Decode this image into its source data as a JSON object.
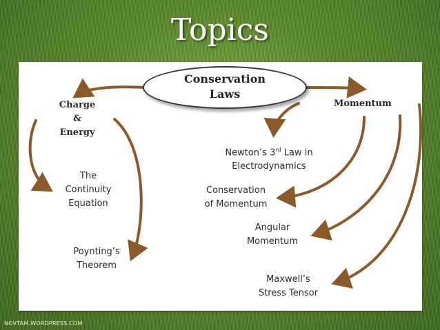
{
  "title": "Topics",
  "center": "Conservation\nLaws",
  "left_heading": "Charge\n&\nEnergy",
  "right_heading": "Momentum",
  "left_items": [
    "The\nContinuity\nEquation",
    "Poynting’s\nTheorem"
  ],
  "right_items": {
    "newton_pre": "Newton’s 3",
    "newton_sup": "rd",
    "newton_post": " Law in\nElectrodynamics",
    "conservation_momentum": "Conservation\nof Momentum",
    "angular_momentum": "Angular\nMomentum",
    "maxwell": "Maxwell’s\nStress Tensor"
  },
  "credit": "NOVTAM.WORDPRESS.COM",
  "colors": {
    "arrow": "#8a5a2b",
    "text": "#2a2a2a",
    "panel": "#ffffff"
  }
}
